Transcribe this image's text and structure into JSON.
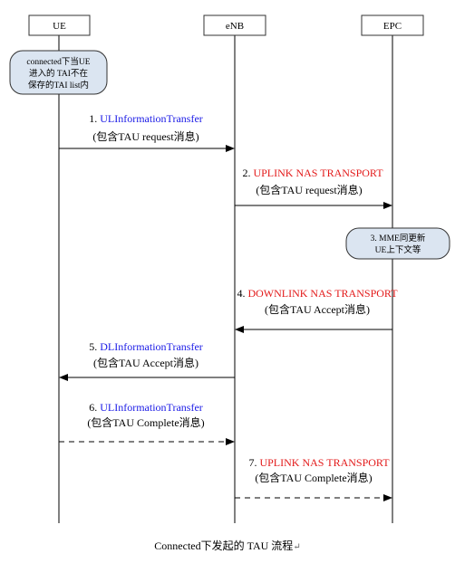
{
  "colors": {
    "line": "#000000",
    "blue": "#1a1ae6",
    "red": "#e31a1a",
    "box_fill": "#ffffff",
    "note_fill": "#dbe5f1",
    "box_stroke": "#333333"
  },
  "entities": [
    {
      "label": "UE"
    },
    {
      "label": "eNB"
    },
    {
      "label": "EPC"
    }
  ],
  "notes": {
    "ue_note": {
      "lines": [
        "connected下当UE",
        "进入的 TAI不在",
        "保存的TAI list内"
      ]
    },
    "epc_note": {
      "lines": [
        "3. MME同更新",
        "UE上下文等"
      ]
    }
  },
  "messages": [
    {
      "num": "1.",
      "name": "ULInformationTransfer",
      "name_color": "blue",
      "detail": "(包含TAU request消息)",
      "style": "solid"
    },
    {
      "num": "2.",
      "name": "UPLINK NAS TRANSPORT",
      "name_color": "red",
      "detail": "(包含TAU request消息)",
      "style": "solid"
    },
    {
      "num": "4.",
      "name": "DOWNLINK NAS TRANSPORT",
      "name_color": "red",
      "detail": "(包含TAU Accept消息)",
      "style": "solid"
    },
    {
      "num": "5.",
      "name": "DLInformationTransfer",
      "name_color": "blue",
      "detail": "(包含TAU Accept消息)",
      "style": "solid"
    },
    {
      "num": "6.",
      "name": "ULInformationTransfer",
      "name_color": "blue",
      "detail": "(包含TAU Complete消息)",
      "style": "dashed"
    },
    {
      "num": "7.",
      "name": "UPLINK NAS TRANSPORT",
      "name_color": "red",
      "detail": "(包含TAU Complete消息)",
      "style": "dashed"
    }
  ],
  "caption": "Connected下发起的 TAU 流程",
  "caption_mark": "↵"
}
